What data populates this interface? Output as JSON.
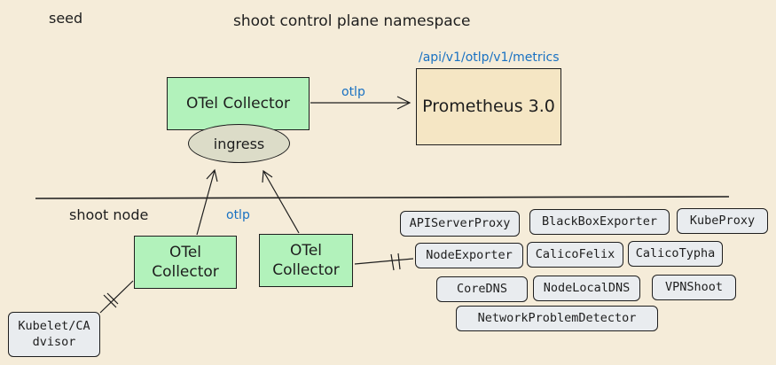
{
  "labels": {
    "seed": "seed",
    "namespace": "shoot control plane namespace",
    "metrics_path": "/api/v1/otlp/v1/metrics",
    "shoot_node": "shoot node",
    "otlp_top": "otlp",
    "otlp_node": "otlp"
  },
  "nodes": {
    "seed_collector": "OTel Collector",
    "ingress": "ingress",
    "prometheus": "Prometheus 3.0",
    "node_collector_left": "OTel\nCollector",
    "node_collector_right": "OTel\nCollector",
    "kubelet": "Kubelet/CA\ndvisor"
  },
  "components": [
    "APIServerProxy",
    "BlackBoxExporter",
    "KubeProxy",
    "NodeExporter",
    "CalicoFelix",
    "CalicoTypha",
    "CoreDNS",
    "NodeLocalDNS",
    "VPNShoot",
    "NetworkProblemDetector"
  ],
  "colors": {
    "collector_fill": "#b2f2bb",
    "prometheus_fill": "#f5e6c4",
    "component_fill": "#e9ecef",
    "ingress_fill": "#dcdcc8",
    "label_blue": "#1971c2",
    "background": "#f5ecd9"
  }
}
